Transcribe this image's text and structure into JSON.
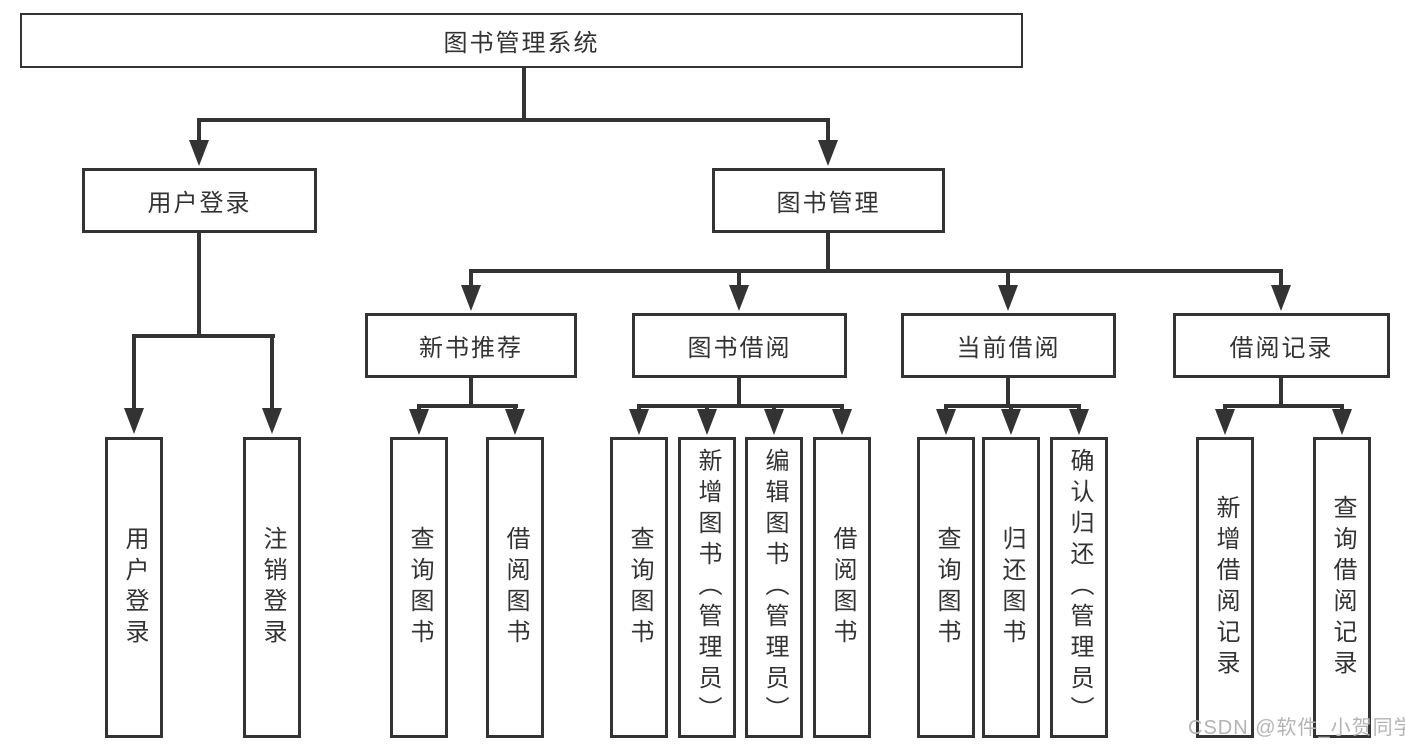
{
  "diagram": {
    "title": "图书管理系统",
    "branches": [
      {
        "label": "用户登录",
        "leaves": [
          "用户登录",
          "注销登录"
        ]
      },
      {
        "label": "图书管理",
        "groups": [
          {
            "label": "新书推荐",
            "leaves": [
              "查询图书",
              "借阅图书"
            ]
          },
          {
            "label": "图书借阅",
            "leaves": [
              "查询图书",
              "新增图书（管理员）",
              "编辑图书（管理员）",
              "借阅图书"
            ]
          },
          {
            "label": "当前借阅",
            "leaves": [
              "查询图书",
              "归还图书",
              "确认归还（管理员）"
            ]
          },
          {
            "label": "借阅记录",
            "leaves": [
              "新增借阅记录",
              "查询借阅记录"
            ]
          }
        ]
      }
    ]
  },
  "watermark": {
    "text": "CSDN @软件_小贺同学"
  },
  "colors": {
    "line": "#333333",
    "text": "#333333",
    "watermark": "#b4b4b4",
    "background": "#ffffff"
  }
}
